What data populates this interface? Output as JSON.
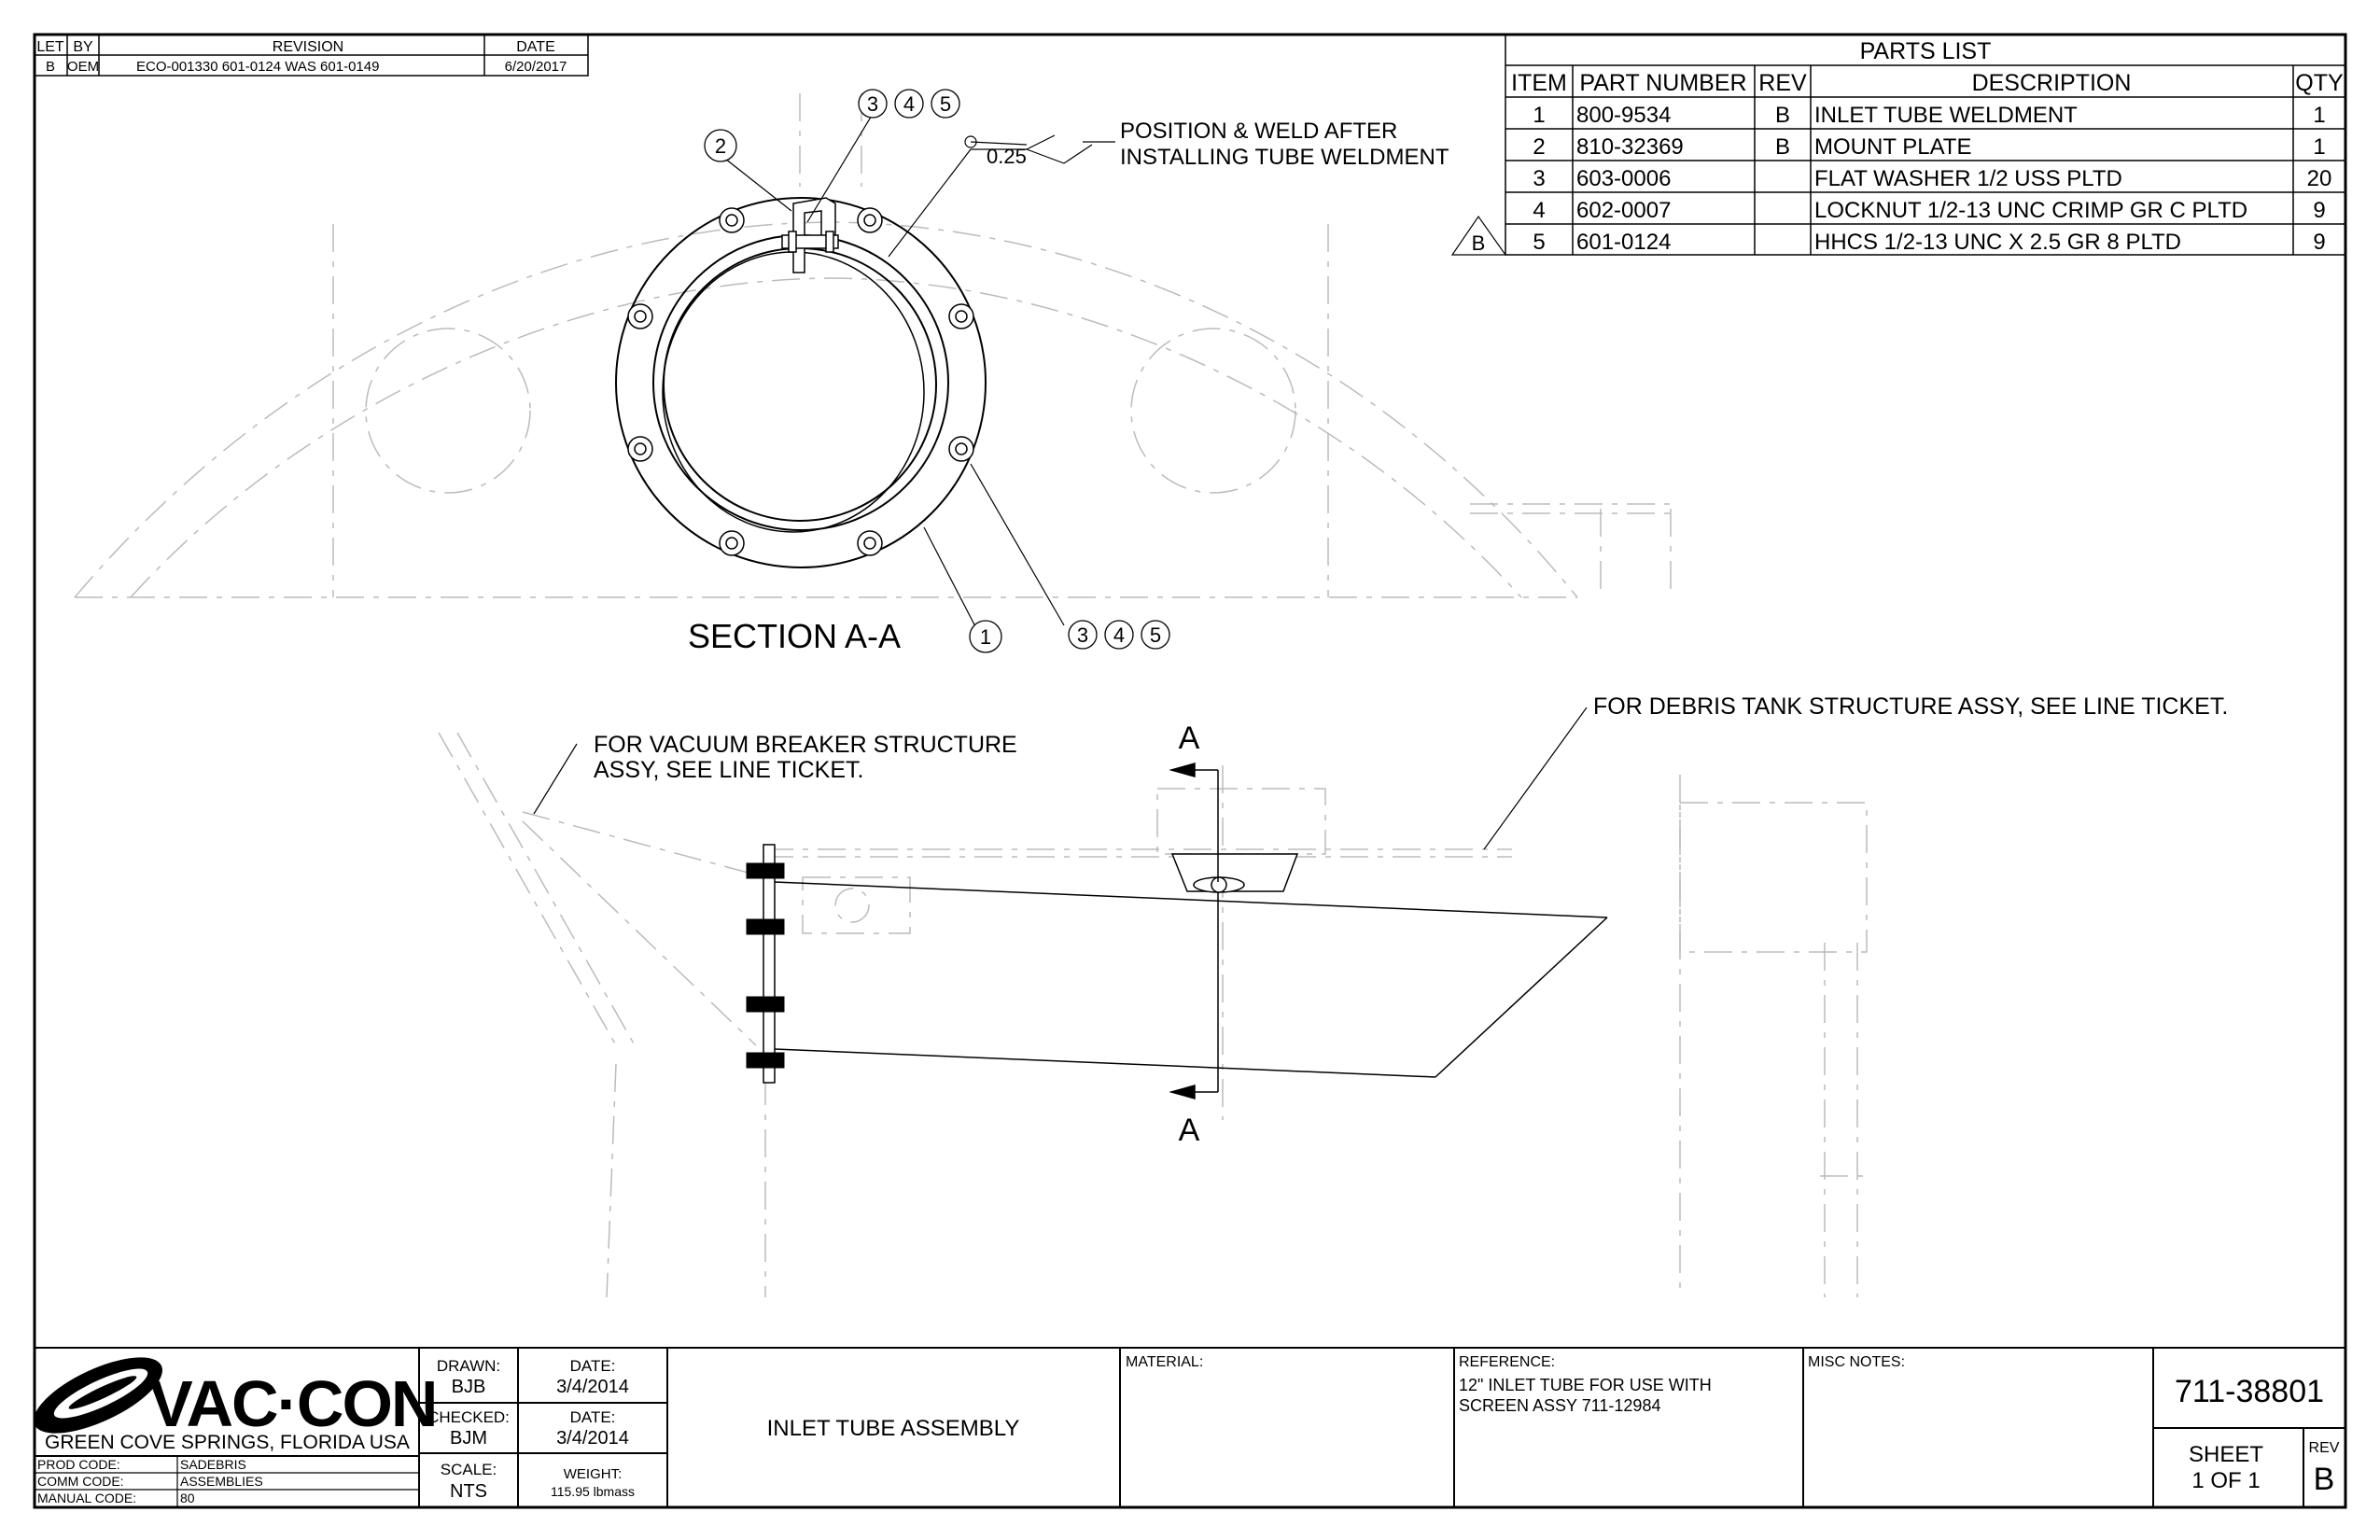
{
  "revision_block": {
    "headers": [
      "LET",
      "BY",
      "REVISION",
      "DATE"
    ],
    "row": [
      "B",
      "OEM",
      "ECO-001330 601-0124 WAS 601-0149",
      "6/20/2017"
    ]
  },
  "parts_list": {
    "title": "PARTS LIST",
    "headers": [
      "ITEM",
      "PART NUMBER",
      "REV",
      "DESCRIPTION",
      "QTY"
    ],
    "rows": [
      [
        "1",
        "800-9534",
        "B",
        "INLET TUBE WELDMENT",
        "1"
      ],
      [
        "2",
        "810-32369",
        "B",
        "MOUNT PLATE",
        "1"
      ],
      [
        "3",
        "603-0006",
        "",
        "FLAT WASHER 1/2 USS PLTD",
        "20"
      ],
      [
        "4",
        "602-0007",
        "",
        "LOCKNUT 1/2-13 UNC CRIMP GR C PLTD",
        "9"
      ],
      [
        "5",
        "601-0124",
        "",
        "HHCS 1/2-13 UNC X 2.5 GR 8 PLTD",
        "9"
      ]
    ],
    "rev_flag": "B"
  },
  "section_view": {
    "title": "SECTION A-A",
    "weld_note_line1": "POSITION & WELD AFTER",
    "weld_note_line2": "INSTALLING TUBE WELDMENT",
    "weld_size": "0.25",
    "balloons": {
      "top_group": [
        "3",
        "4",
        "5"
      ],
      "item2": "2",
      "item1": "1",
      "bottom_group": [
        "3",
        "4",
        "5"
      ]
    }
  },
  "side_view": {
    "cut_label_top": "A",
    "cut_label_bottom": "A",
    "note_vacuum_line1": "FOR VACUUM BREAKER STRUCTURE",
    "note_vacuum_line2": "ASSY, SEE LINE TICKET.",
    "note_debris": "FOR DEBRIS TANK STRUCTURE ASSY, SEE LINE TICKET."
  },
  "title_block": {
    "logo_text": "VAC·CON",
    "location": "GREEN COVE SPRINGS, FLORIDA USA",
    "prod_code_label": "PROD CODE:",
    "prod_code": "SADEBRIS",
    "comm_code_label": "COMM CODE:",
    "comm_code": "ASSEMBLIES",
    "manual_code_label": "MANUAL CODE:",
    "manual_code": "80",
    "drawn_label": "DRAWN:",
    "drawn": "BJB",
    "drawn_date_label": "DATE:",
    "drawn_date": "3/4/2014",
    "checked_label": "CHECKED:",
    "checked": "BJM",
    "checked_date_label": "DATE:",
    "checked_date": "3/4/2014",
    "scale_label": "SCALE:",
    "scale": "NTS",
    "weight_label": "WEIGHT:",
    "weight": "115.95 lbmass",
    "title": "INLET TUBE ASSEMBLY",
    "material_label": "MATERIAL:",
    "reference_label": "REFERENCE:",
    "reference_line1": "12\" INLET TUBE FOR USE WITH",
    "reference_line2": "SCREEN ASSY 711-12984",
    "misc_label": "MISC NOTES:",
    "drawing_number": "711-38801",
    "sheet_label": "SHEET",
    "sheet_value": "1  OF 1",
    "rev_label": "REV",
    "rev": "B"
  }
}
